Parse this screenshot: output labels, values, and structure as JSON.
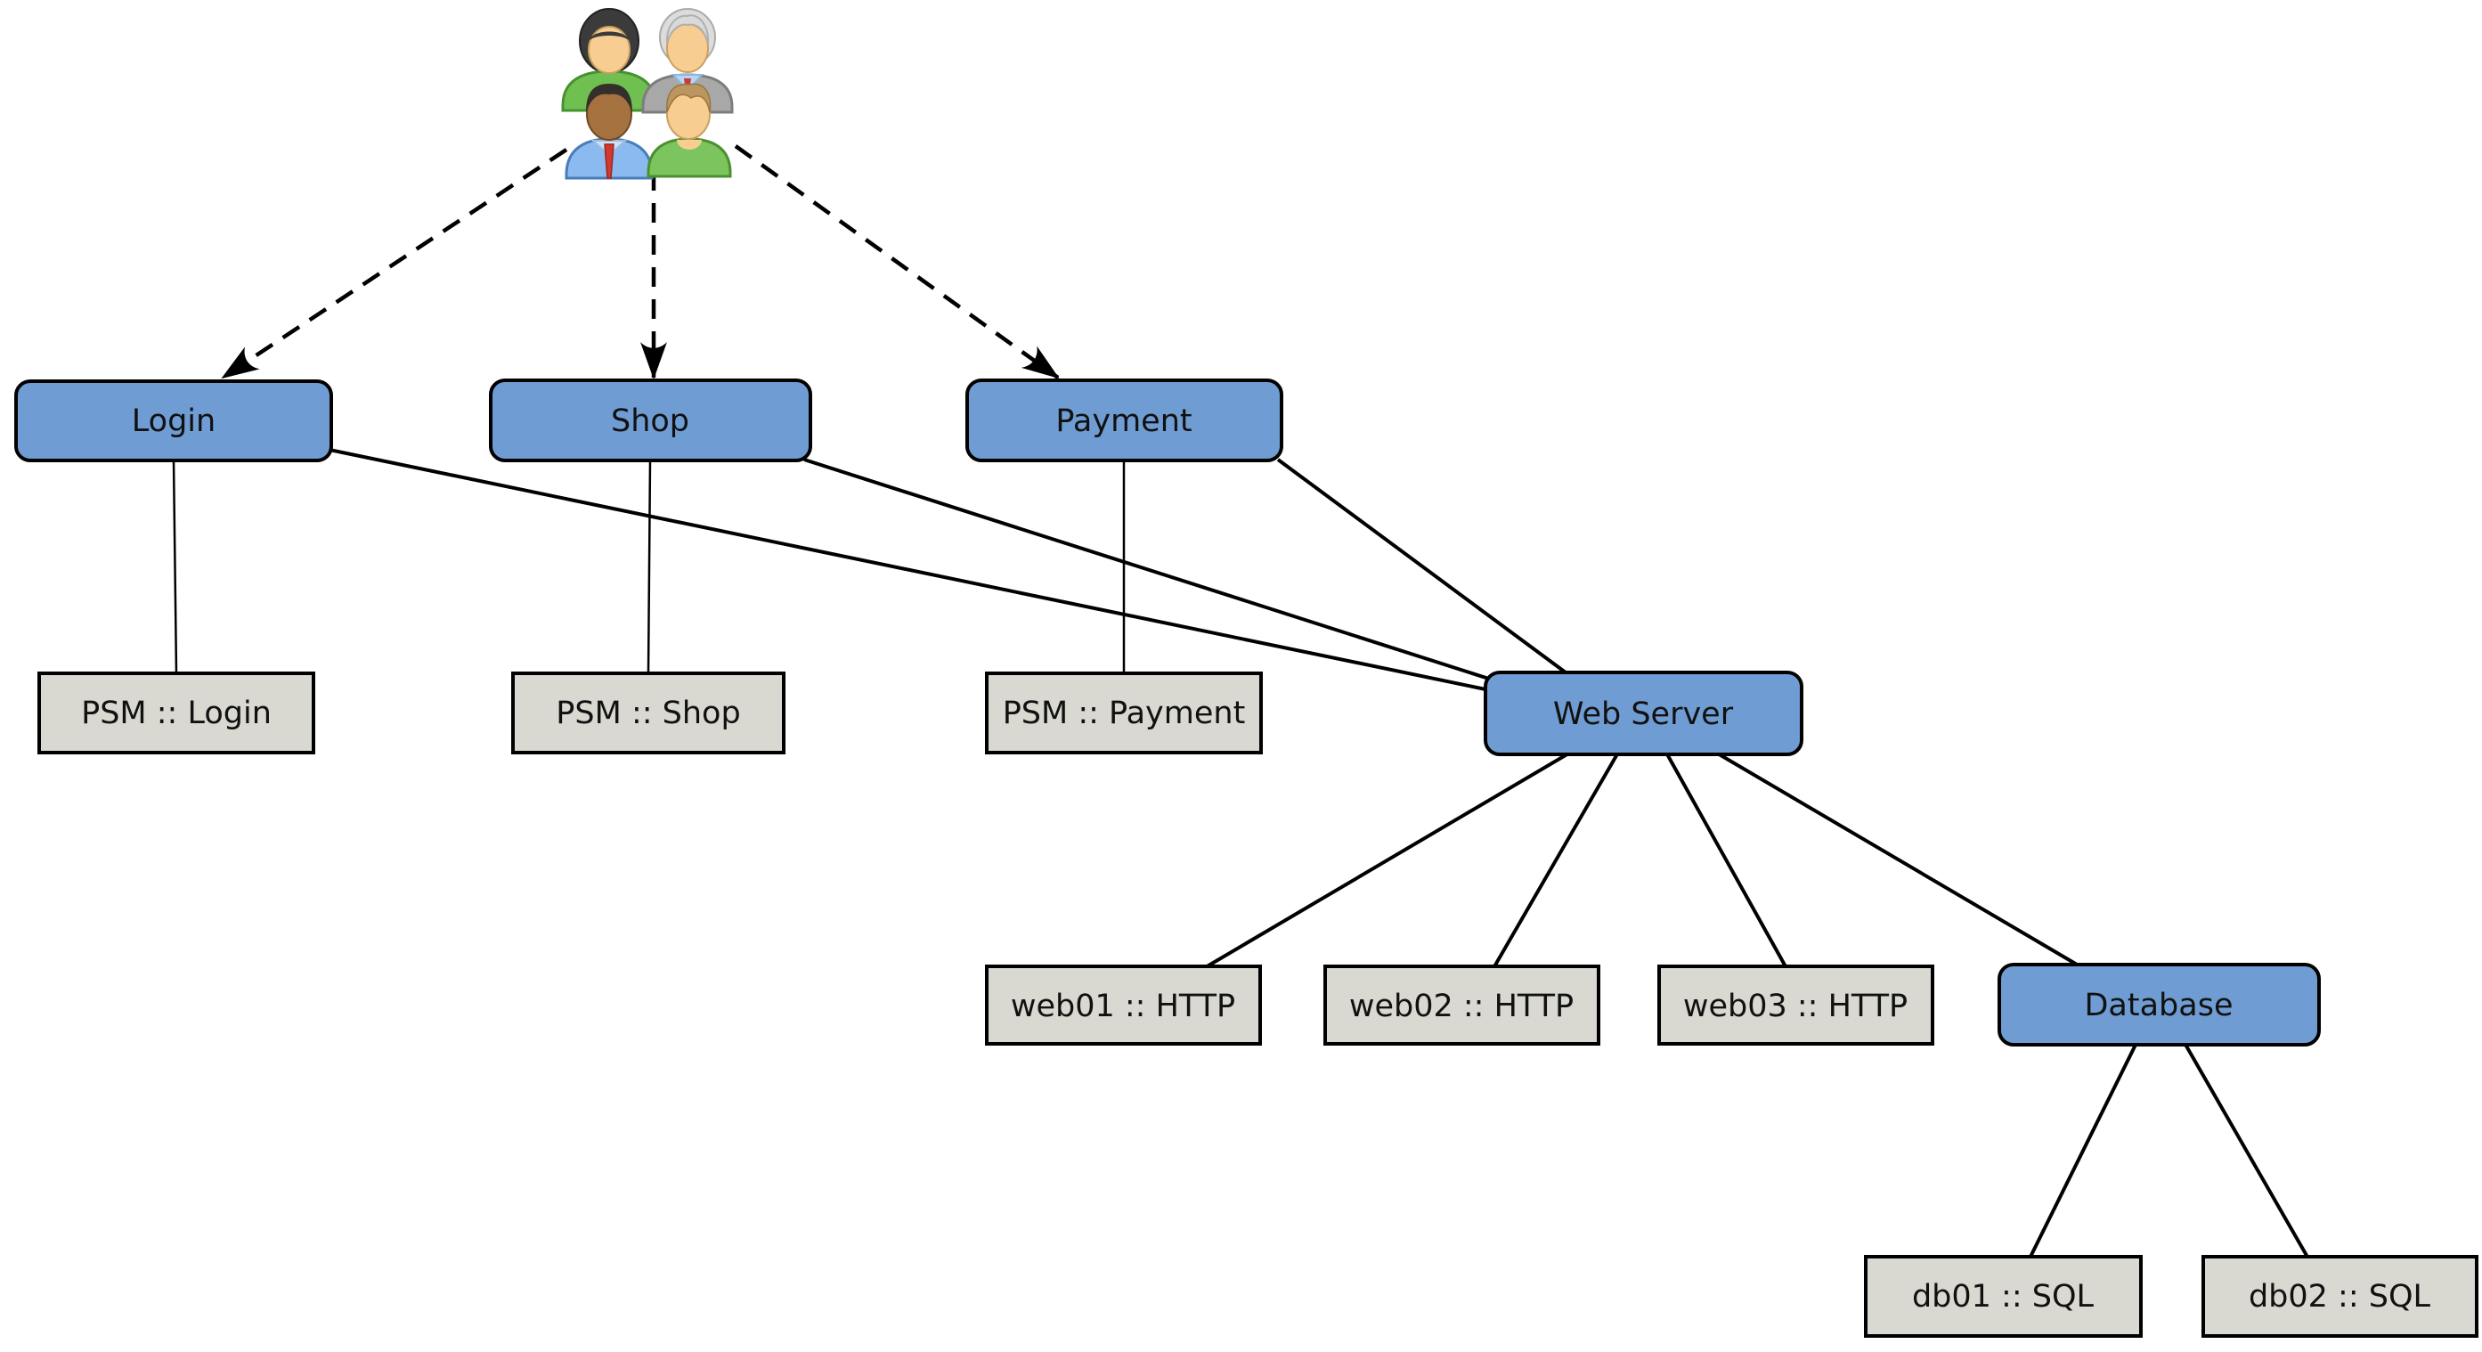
{
  "page": {
    "background": "#ffffff"
  },
  "palette": {
    "page_background": "#ffffff",
    "service_fill": "#6f9dd3",
    "service_stroke": "#000000",
    "machine_fill": "#d9d9d1",
    "machine_stroke": "#000000",
    "edge_color": "#000000",
    "text_color": "#111111"
  },
  "icons": {
    "users": "users-group-icon"
  },
  "nodes": {
    "login": {
      "label": "Login",
      "type": "service"
    },
    "shop": {
      "label": "Shop",
      "type": "service"
    },
    "payment": {
      "label": "Payment",
      "type": "service"
    },
    "psm_login": {
      "label": "PSM :: Login",
      "type": "machine"
    },
    "psm_shop": {
      "label": "PSM :: Shop",
      "type": "machine"
    },
    "psm_payment": {
      "label": "PSM :: Payment",
      "type": "machine"
    },
    "web_server": {
      "label": "Web Server",
      "type": "service"
    },
    "web01": {
      "label": "web01 :: HTTP",
      "type": "machine"
    },
    "web02": {
      "label": "web02 :: HTTP",
      "type": "machine"
    },
    "web03": {
      "label": "web03 :: HTTP",
      "type": "machine"
    },
    "database": {
      "label": "Database",
      "type": "service"
    },
    "db01": {
      "label": "db01 :: SQL",
      "type": "machine"
    },
    "db02": {
      "label": "db02 :: SQL",
      "type": "machine"
    }
  },
  "edges": [
    {
      "from": "users",
      "to": "login",
      "style": "dashed-arrow"
    },
    {
      "from": "users",
      "to": "shop",
      "style": "dashed-arrow"
    },
    {
      "from": "users",
      "to": "payment",
      "style": "dashed-arrow"
    },
    {
      "from": "login",
      "to": "psm_login",
      "style": "solid"
    },
    {
      "from": "shop",
      "to": "psm_shop",
      "style": "solid"
    },
    {
      "from": "payment",
      "to": "psm_payment",
      "style": "solid"
    },
    {
      "from": "login",
      "to": "web_server",
      "style": "solid"
    },
    {
      "from": "shop",
      "to": "web_server",
      "style": "solid"
    },
    {
      "from": "payment",
      "to": "web_server",
      "style": "solid"
    },
    {
      "from": "web_server",
      "to": "web01",
      "style": "solid"
    },
    {
      "from": "web_server",
      "to": "web02",
      "style": "solid"
    },
    {
      "from": "web_server",
      "to": "web03",
      "style": "solid"
    },
    {
      "from": "web_server",
      "to": "database",
      "style": "solid"
    },
    {
      "from": "database",
      "to": "db01",
      "style": "solid"
    },
    {
      "from": "database",
      "to": "db02",
      "style": "solid"
    }
  ]
}
